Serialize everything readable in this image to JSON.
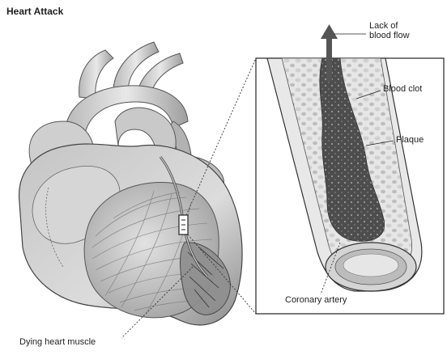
{
  "title": "Heart Attack",
  "labels": {
    "lack_of_blood_flow_line1": "Lack of",
    "lack_of_blood_flow_line2": "blood flow",
    "blood_clot": "Blood clot",
    "plaque": "Plaque",
    "coronary_artery": "Coronary artery",
    "dying_heart_muscle": "Dying heart muscle"
  },
  "colors": {
    "ink": "#1e1e1e",
    "heart_light": "#d9d9d9",
    "heart_mid": "#a8a8a8",
    "heart_dark": "#6e6e6e",
    "plaque": "#c9c9c9",
    "clot": "#4a4a4a",
    "artery_wall": "#e4e4e4"
  }
}
